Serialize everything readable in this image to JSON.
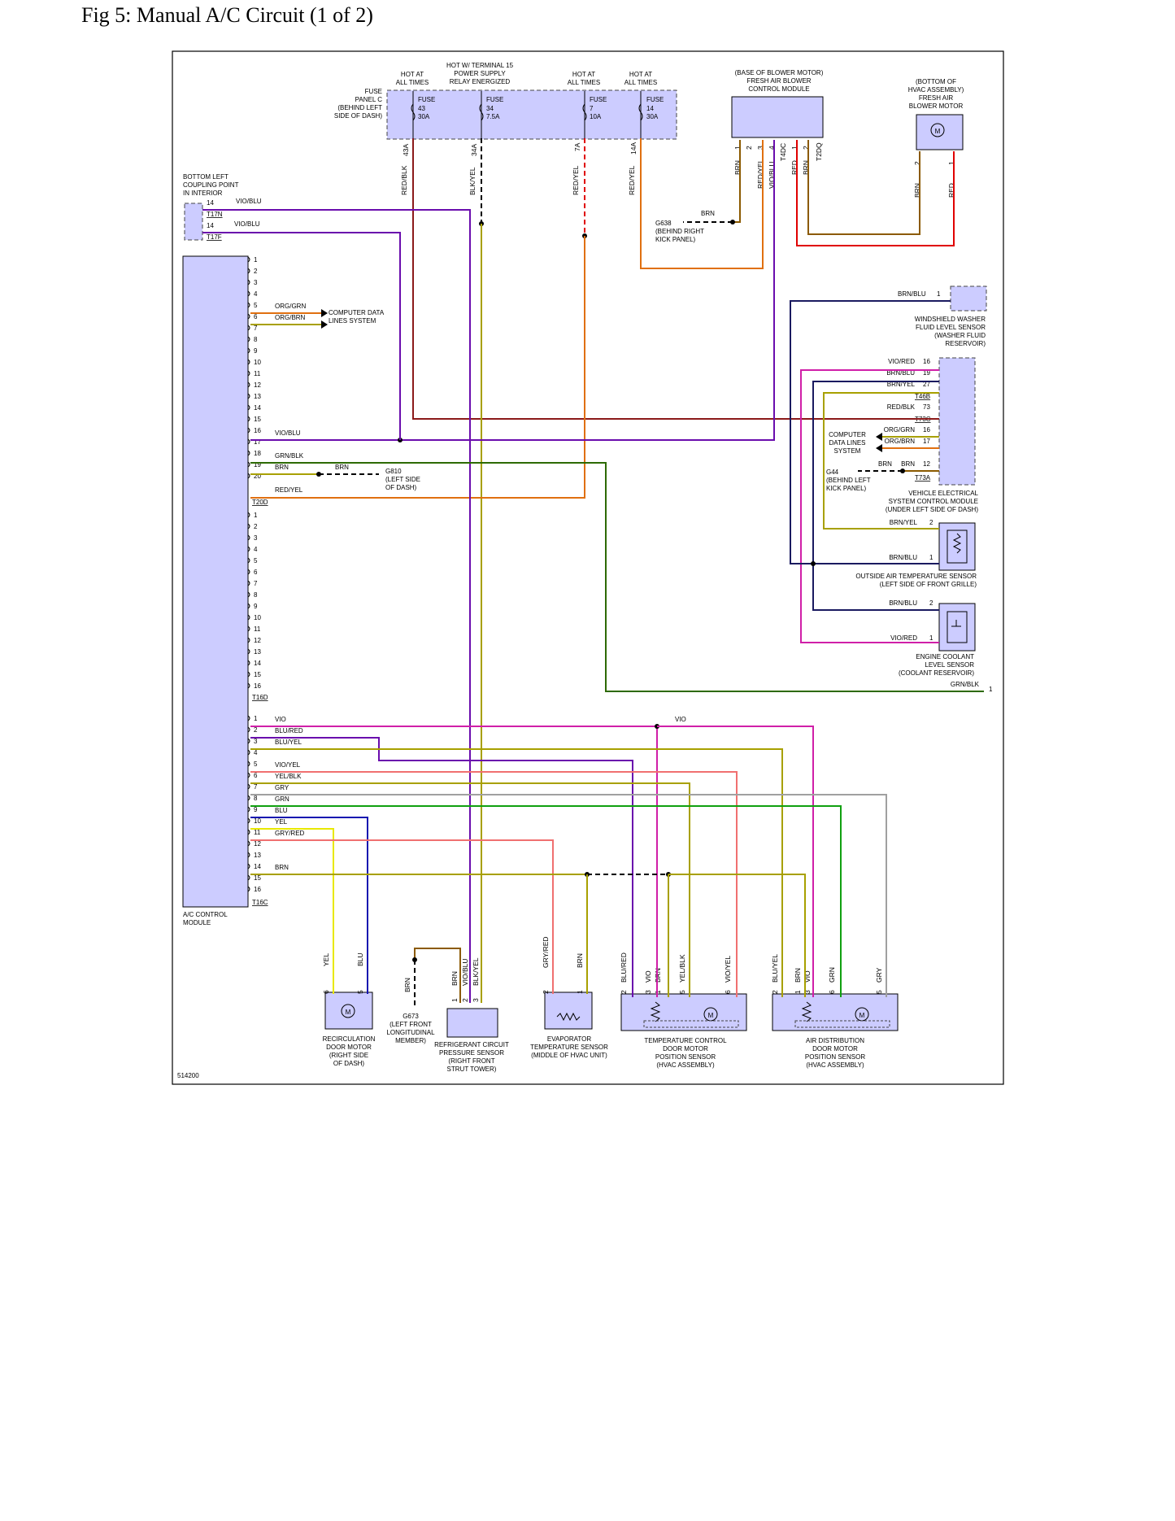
{
  "title": "Fig 5: Manual A/C Circuit (1 of 2)",
  "figure_id": "514200",
  "colors": {
    "module_fill": "#ccccff",
    "frame": "#000000",
    "wire_red": "#e00000",
    "wire_darkred": "#8b1a1a",
    "wire_brown": "#8b5a00",
    "wire_violet": "#6a0dad",
    "wire_magenta": "#d01fa8",
    "wire_yellow": "#e8e800",
    "wire_blue": "#1515b0",
    "wire_green": "#10a010",
    "wire_darkgreen": "#2d6a00",
    "wire_gray": "#a0a0a0",
    "wire_orange": "#e07010",
    "wire_olive": "#a8a000",
    "wire_navy": "#1a1a60",
    "wire_pink": "#f07070"
  },
  "fuse_panel": {
    "label": [
      "FUSE",
      "PANEL C",
      "(BEHIND LEFT",
      "SIDE OF DASH)"
    ],
    "header_1": [
      "HOT AT",
      "ALL TIMES"
    ],
    "header_2": [
      "HOT W/ TERMINAL 15",
      "POWER SUPPLY",
      "RELAY ENERGIZED"
    ],
    "header_3": [
      "HOT AT",
      "ALL TIMES"
    ],
    "header_4": [
      "HOT AT",
      "ALL TIMES"
    ],
    "fuses": [
      {
        "line1": "FUSE",
        "num": "43",
        "amps": "30A",
        "pin": "43A",
        "wire": "RED/BLK"
      },
      {
        "line1": "FUSE",
        "num": "34",
        "amps": "7.5A",
        "pin": "34A",
        "wire": "BLK/YEL"
      },
      {
        "line1": "FUSE",
        "num": "7",
        "amps": "10A",
        "pin": "7A",
        "wire": "RED/YEL"
      },
      {
        "line1": "FUSE",
        "num": "14",
        "amps": "30A",
        "pin": "14A",
        "wire": "RED/YEL"
      }
    ]
  },
  "blower_control": {
    "label": [
      "(BASE OF BLOWER MOTOR)",
      "FRESH AIR BLOWER",
      "CONTROL MODULE"
    ],
    "pins": [
      "1",
      "2",
      "3",
      "4",
      "T4DC",
      "1",
      "2",
      "T2DQ"
    ],
    "wires": [
      "BRN",
      "RED/YEL",
      "VIO/BLU",
      "RED",
      "BRN"
    ]
  },
  "blower_motor": {
    "label": [
      "(BOTTOM OF",
      "HVAC ASSEMBLY)",
      "FRESH AIR",
      "BLOWER MOTOR"
    ],
    "pins": [
      "2",
      "1"
    ],
    "wires": [
      "BRN",
      "RED"
    ]
  },
  "ground_g638": {
    "label": [
      "G638",
      "(BEHIND RIGHT",
      "KICK PANEL)"
    ],
    "wire": "BRN"
  },
  "coupling": {
    "label": [
      "BOTTOM LEFT",
      "COUPLING POINT",
      "IN INTERIOR"
    ],
    "pin1": "14",
    "conn1": "T17N",
    "wire1": "VIO/BLU",
    "pin2": "14",
    "conn2": "T17F",
    "wire2": "VIO/BLU"
  },
  "ac_module": {
    "label": [
      "A/C CONTROL",
      "MODULE"
    ],
    "conn_t20d": "T20D",
    "conn_t16d": "T16D",
    "conn_t16c": "T16C",
    "t20d_wires": [
      {
        "pin": "5",
        "wire": "ORG/GRN"
      },
      {
        "pin": "6",
        "wire": "ORG/BRN"
      },
      {
        "pin": "16",
        "wire": "VIO/BLU"
      },
      {
        "pin": "18",
        "wire": "GRN/BLK"
      },
      {
        "pin": "19",
        "wire": "BRN"
      },
      {
        "pin": "20",
        "wire": "RED/YEL"
      }
    ],
    "t16c_wires": [
      {
        "pin": "1",
        "wire": "VIO"
      },
      {
        "pin": "2",
        "wire": "BLU/RED"
      },
      {
        "pin": "3",
        "wire": "BLU/YEL"
      },
      {
        "pin": "5",
        "wire": "VIO/YEL"
      },
      {
        "pin": "6",
        "wire": "YEL/BLK"
      },
      {
        "pin": "7",
        "wire": "GRY"
      },
      {
        "pin": "8",
        "wire": "GRN"
      },
      {
        "pin": "9",
        "wire": "BLU"
      },
      {
        "pin": "10",
        "wire": "YEL"
      },
      {
        "pin": "11",
        "wire": "GRY/RED"
      },
      {
        "pin": "14",
        "wire": "BRN"
      }
    ],
    "computer_data_lines": [
      "COMPUTER DATA",
      "LINES SYSTEM"
    ]
  },
  "ground_g810": {
    "label": [
      "G810",
      "(LEFT SIDE",
      "OF DASH)"
    ],
    "wire": "BRN"
  },
  "washer_sensor": {
    "label": [
      "WINDSHIELD WASHER",
      "FLUID LEVEL SENSOR",
      "(WASHER FLUID",
      "RESERVOIR)"
    ],
    "pin": "1",
    "wire": "BRN/BLU"
  },
  "vecm": {
    "label": [
      "VEHICLE ELECTRICAL",
      "SYSTEM CONTROL MODULE",
      "(UNDER LEFT SIDE OF DASH)"
    ],
    "rows": [
      {
        "wire": "VIO/RED",
        "pin": "16"
      },
      {
        "wire": "BRN/BLU",
        "pin": "19"
      },
      {
        "wire": "BRN/YEL",
        "pin": "27"
      },
      {
        "conn": "T46B"
      },
      {
        "wire": "RED/BLK",
        "pin": "73"
      },
      {
        "conn": "T73C"
      },
      {
        "wire": "ORG/GRN",
        "pin": "16"
      },
      {
        "wire": "ORG/BRN",
        "pin": "17"
      },
      {
        "wire": "BRN",
        "pin": "12"
      },
      {
        "conn": "T73A"
      }
    ],
    "computer_data_lines": [
      "COMPUTER",
      "DATA LINES",
      "SYSTEM"
    ]
  },
  "ground_g44": {
    "label": [
      "G44",
      "(BEHIND LEFT",
      "KICK PANEL)"
    ],
    "wire": "BRN"
  },
  "outside_temp": {
    "label": [
      "OUTSIDE AIR TEMPERATURE SENSOR",
      "(LEFT SIDE OF FRONT GRILLE)"
    ],
    "rows": [
      {
        "wire": "BRN/YEL",
        "pin": "2"
      },
      {
        "wire": "BRN/BLU",
        "pin": "1"
      }
    ]
  },
  "coolant_sensor": {
    "label": [
      "ENGINE COOLANT",
      "LEVEL SENSOR",
      "(COOLANT RESERVOIR)"
    ],
    "rows": [
      {
        "wire": "BRN/BLU",
        "pin": "2"
      },
      {
        "wire": "VIO/RED",
        "pin": "1"
      }
    ],
    "exit_wire": "GRN/BLK",
    "exit_pin": "1"
  },
  "vio_splice_label": "VIO",
  "recirc_motor": {
    "label": [
      "RECIRCULATION",
      "DOOR MOTOR",
      "(RIGHT SIDE",
      "OF DASH)"
    ],
    "pins": [
      "6",
      "5"
    ],
    "wires": [
      "YEL",
      "BLU"
    ]
  },
  "ground_g673": {
    "label": [
      "G673",
      "(LEFT FRONT",
      "LONGITUDINAL",
      "MEMBER)"
    ],
    "wire": "BRN"
  },
  "pressure_sensor": {
    "label": [
      "REFRIGERANT CIRCUIT",
      "PRESSURE SENSOR",
      "(RIGHT FRONT",
      "STRUT TOWER)"
    ],
    "pins": [
      "1",
      "2",
      "3"
    ],
    "wires": [
      "BRN",
      "VIO/BLU",
      "BLK/YEL"
    ]
  },
  "evap_sensor": {
    "label": [
      "EVAPORATOR",
      "TEMPERATURE SENSOR",
      "(MIDDLE OF HVAC UNIT)"
    ],
    "pins": [
      "2",
      "1"
    ],
    "wires": [
      "GRY/RED",
      "BRN"
    ]
  },
  "temp_door": {
    "label": [
      "TEMPERATURE CONTROL",
      "DOOR MOTOR",
      "POSITION SENSOR",
      "(HVAC ASSEMBLY)"
    ],
    "pins": [
      "2",
      "3",
      "1",
      "5",
      "6"
    ],
    "wires": [
      "BLU/RED",
      "VIO",
      "BRN",
      "YEL/BLK",
      "VIO/YEL"
    ]
  },
  "air_door": {
    "label": [
      "AIR DISTRIBUTION",
      "DOOR MOTOR",
      "POSITION SENSOR",
      "(HVAC ASSEMBLY)"
    ],
    "pins": [
      "2",
      "1",
      "3",
      "6",
      "5"
    ],
    "wires": [
      "BLU/YEL",
      "BRN",
      "VIO",
      "GRN",
      "GRY"
    ]
  }
}
